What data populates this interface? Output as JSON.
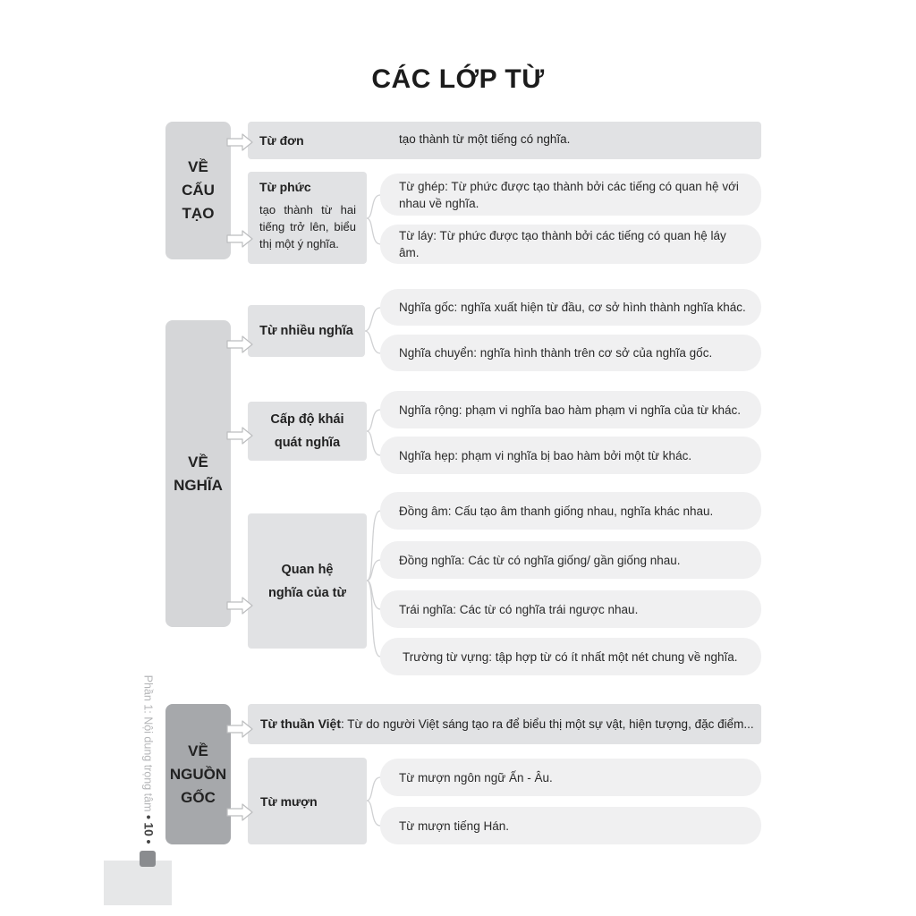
{
  "title": "CÁC LỚP TỪ",
  "sections": {
    "cau_tao": {
      "label": "VỀ\nCẤU\nTẠO",
      "tu_don": {
        "label": "Từ đơn",
        "desc": "tạo thành từ một tiếng có nghĩa."
      },
      "tu_phuc": {
        "label": "Từ phức",
        "desc": "tạo thành từ hai tiếng trở lên, biểu thị một ý nghĩa.",
        "items": [
          "Từ ghép: Từ phức được tạo thành bởi các tiếng có quan hệ với nhau về nghĩa.",
          "Từ láy: Từ phức được tạo thành bởi các tiếng có quan hệ láy âm."
        ]
      }
    },
    "nghia": {
      "label": "VỀ\nNGHĨA",
      "groups": [
        {
          "label": "Từ nhiều nghĩa",
          "items": [
            "Nghĩa gốc: nghĩa xuất hiện từ đầu, cơ sở hình thành nghĩa khác.",
            "Nghĩa chuyển: nghĩa hình thành trên cơ sở của nghĩa gốc."
          ]
        },
        {
          "label": "Cấp độ khái\nquát nghĩa",
          "items": [
            "Nghĩa rộng: phạm vi nghĩa bao hàm phạm vi nghĩa của từ khác.",
            "Nghĩa hẹp: phạm vi nghĩa bị bao hàm bởi một từ khác."
          ]
        },
        {
          "label": "Quan hệ\nnghĩa của từ",
          "items": [
            "Đồng âm: Cấu tạo âm thanh giống nhau, nghĩa khác nhau.",
            "Đồng nghĩa: Các từ có nghĩa giống/ gần giống nhau.",
            "Trái nghĩa: Các từ có nghĩa trái ngược nhau.",
            "Trường từ vựng: tập hợp từ có ít nhất một nét chung về nghĩa."
          ]
        }
      ]
    },
    "nguon_goc": {
      "label": "VỀ\nNGUỒN\nGỐC",
      "tu_thuan_viet": {
        "label": "Từ thuần Việt",
        "desc": ": Từ do người Việt sáng tạo ra để biểu thị một sự vật, hiện tượng, đặc điểm..."
      },
      "tu_muon": {
        "label": "Từ mượn",
        "items": [
          "Từ mượn ngôn ngữ Ấn - Âu.",
          "Từ mượn tiếng Hán."
        ]
      }
    }
  },
  "footer": {
    "section_text": "Phần 1: Nội dung trọng tâm",
    "separator": "•",
    "page_number": "10"
  },
  "colors": {
    "side_light": "#d5d6d8",
    "side_dark": "#a6a8ab",
    "box": "#e1e2e4",
    "pill": "#f0f0f1"
  }
}
